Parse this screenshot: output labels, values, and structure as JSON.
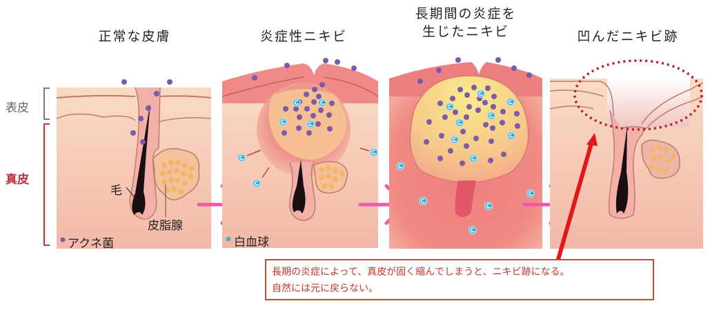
{
  "titles": {
    "panel1": "正常な皮膚",
    "panel2": "炎症性ニキビ",
    "panel3_line1": "長期間の炎症を",
    "panel3_line2": "生じたニキビ",
    "panel4": "凹んだニキビ跡"
  },
  "layers": {
    "epidermis": "表皮",
    "dermis": "真皮"
  },
  "labels": {
    "hair": "毛",
    "sebaceous_gland": "皮脂腺",
    "acne_bacteria": "アクネ菌",
    "white_blood_cell": "白血球"
  },
  "callout": {
    "line1": "長期の炎症によって、真皮が固く縮んでしまうと、ニキビ跡になる。",
    "line2": "自然には元に戻らない。"
  },
  "colors": {
    "skin": "#f6cdb4",
    "epidermis_band": "#f9d9c2",
    "inflamed": "#e8606a",
    "pus": "#f5e08a",
    "bacteria": "#7b5aa6",
    "wbc": "#3cb0d8",
    "arrow_pink": "#ee5aa5",
    "arrow_red": "#e01818",
    "dotted_circle": "#b02030",
    "callout_border": "#d0452e",
    "dermis_bracket": "#c0303a",
    "epidermis_bracket": "#777777"
  }
}
